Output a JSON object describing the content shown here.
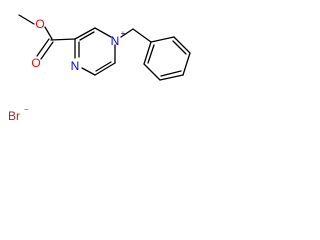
{
  "molecule": {
    "atom_labels": {
      "carbonyl_oxygen": "O",
      "ester_oxygen": "O",
      "pyrazine_nitrogen": "N",
      "quaternary_nitrogen": "N",
      "bromide": "Br"
    },
    "charges": {
      "quaternary_nitrogen": "+",
      "bromide": "−"
    },
    "colors": {
      "oxygen": "#ff0000",
      "nitrogen": "#0000ff",
      "bromine": "#a52a2a",
      "bond": "#000000"
    }
  }
}
